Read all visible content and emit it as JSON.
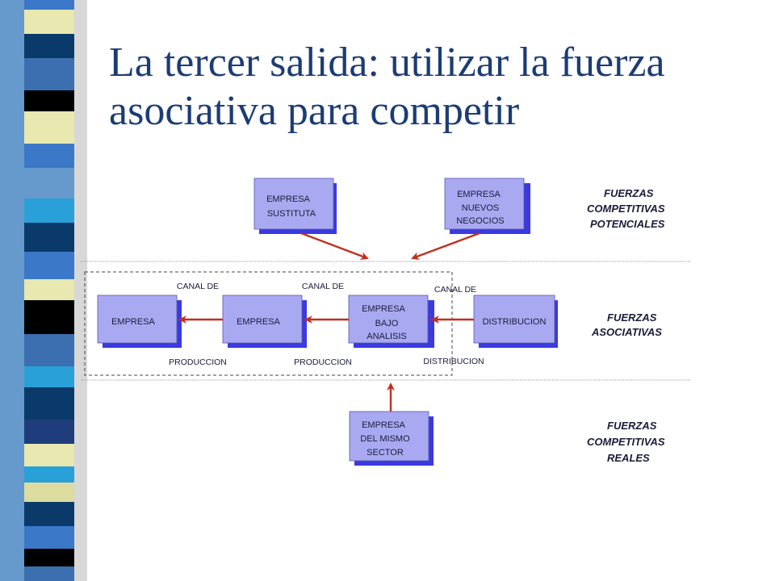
{
  "slide": {
    "title_line1": "La tercer salida: utilizar la fuerza",
    "title_line2": "asociativa para competir"
  },
  "colors": {
    "title": "#1c3c74",
    "box_fill": "#a9a9f2",
    "box_shadow": "#3a3ae0",
    "arrow": "#c0301e"
  },
  "boxes": {
    "sustituta": [
      "EMPRESA",
      "SUSTITUTA"
    ],
    "nuevos": [
      "EMPRESA",
      "NUEVOS",
      "NEGOCIOS"
    ],
    "empresa1": [
      "EMPRESA"
    ],
    "empresa2": [
      "EMPRESA"
    ],
    "bajo_analisis": [
      "EMPRESA",
      "BAJO",
      "ANALISIS"
    ],
    "distribucion": [
      "DISTRIBUCION"
    ],
    "mismo_sector": [
      "EMPRESA",
      "DEL MISMO",
      "SECTOR"
    ]
  },
  "channel_labels": {
    "canal1_top": "CANAL DE",
    "canal1_bottom": "PRODUCCION",
    "canal2_top": "CANAL DE",
    "canal2_bottom": "PRODUCCION",
    "canal3_top": "CANAL DE",
    "canal3_bottom": "DISTRIBUCION"
  },
  "side_labels": {
    "potenciales": [
      "FUERZAS",
      "COMPETITIVAS",
      "POTENCIALES"
    ],
    "asociativas": [
      "FUERZAS",
      "ASOCIATIVAS"
    ],
    "reales": [
      "FUERZAS",
      "COMPETITIVAS",
      "REALES"
    ]
  }
}
